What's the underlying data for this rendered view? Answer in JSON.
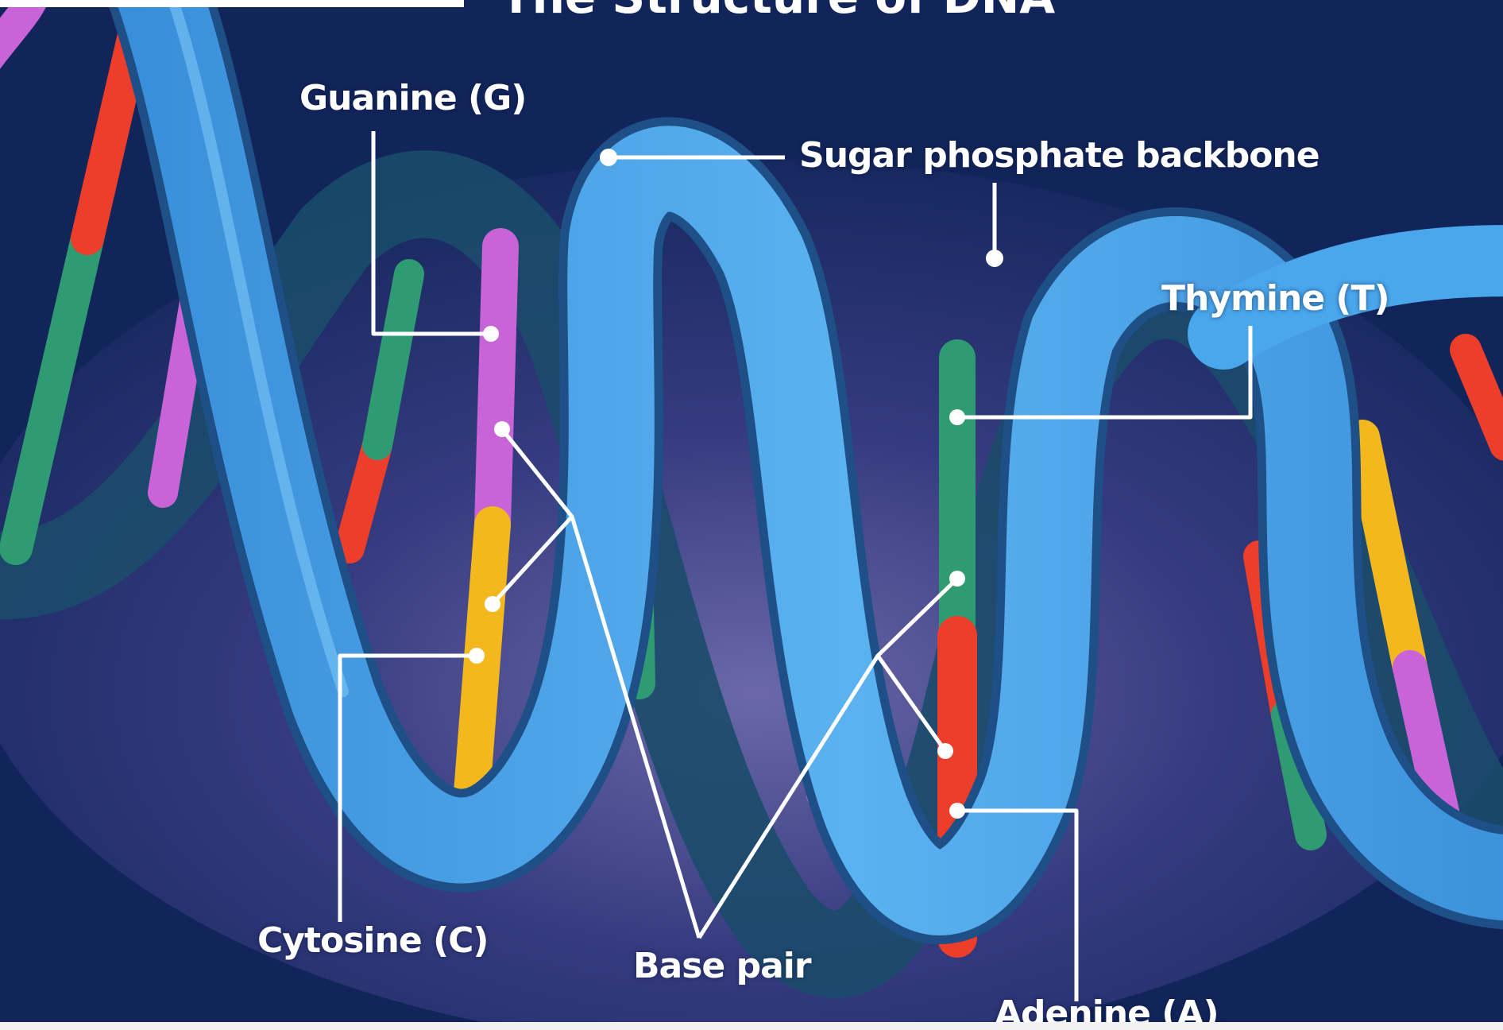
{
  "title": "The Structure of DNA",
  "labels": {
    "guanine": "Guanine (G)",
    "backbone": "Sugar phosphate backbone",
    "thymine": "Thymine (T)",
    "cytosine": "Cytosine (C)",
    "base_pair": "Base pair",
    "adenine": "Adenine (A)"
  },
  "colors": {
    "background": "#12255a",
    "backbone": "#3d9be6",
    "backbone_shadow": "#1e4f86",
    "guanine": "#c963d8",
    "cytosine": "#f4b81f",
    "thymine": "#2f9b72",
    "adenine": "#ec3e2a",
    "leader_line": "#ffffff"
  }
}
